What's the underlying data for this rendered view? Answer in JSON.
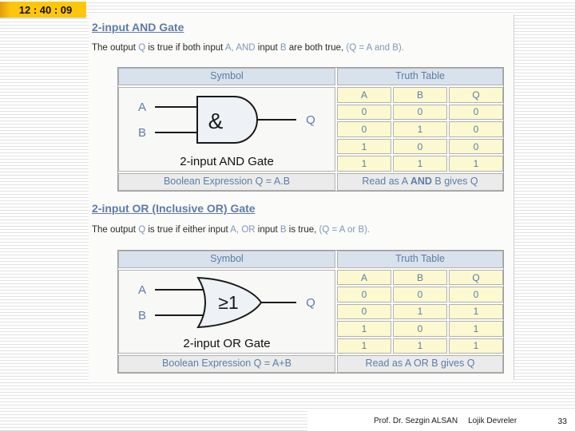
{
  "clock": "12 : 40 : 09",
  "colors": {
    "accent_blue": "#5d7ca6",
    "highlight_blue": "#7e97ba",
    "header_cell_bg": "#d8e2ec",
    "truth_cell_bg": "#fcf9d0",
    "footer_cell_bg": "#ebebeb",
    "clock_gold": "#fdc60d"
  },
  "and_section": {
    "title": "2-input AND Gate",
    "desc": [
      "The output ",
      "Q",
      " is true if both input ",
      "A,",
      " ",
      "AND",
      " input ",
      "B",
      " are both true, ",
      "(Q = A and B)."
    ],
    "table": {
      "symbol_header": "Symbol",
      "truth_header": "Truth Table",
      "gate": {
        "input_a": "A",
        "input_b": "B",
        "output": "Q",
        "body_label": "&",
        "caption": "2-input AND Gate"
      },
      "cols": [
        "A",
        "B",
        "Q"
      ],
      "rows": [
        [
          "0",
          "0",
          "0"
        ],
        [
          "0",
          "1",
          "0"
        ],
        [
          "1",
          "0",
          "0"
        ],
        [
          "1",
          "1",
          "1"
        ]
      ],
      "boolean_expr": "Boolean Expression Q = A.B",
      "read_as": [
        "Read as A ",
        "AND",
        " B gives Q"
      ]
    }
  },
  "or_section": {
    "title": "2-input OR (Inclusive OR) Gate",
    "desc": [
      "The output ",
      "Q",
      " is true if either input ",
      "A,",
      " ",
      "OR",
      " input ",
      "B",
      " is true, ",
      "(Q = A or B)."
    ],
    "table": {
      "symbol_header": "Symbol",
      "truth_header": "Truth Table",
      "gate": {
        "input_a": "A",
        "input_b": "B",
        "output": "Q",
        "body_label": "≥1",
        "caption": "2-input OR Gate"
      },
      "cols": [
        "A",
        "B",
        "Q"
      ],
      "rows": [
        [
          "0",
          "0",
          "0"
        ],
        [
          "0",
          "1",
          "1"
        ],
        [
          "1",
          "0",
          "1"
        ],
        [
          "1",
          "1",
          "1"
        ]
      ],
      "boolean_expr": "Boolean Expression Q = A+B",
      "read_as": [
        "Read as A ",
        "OR",
        " B gives Q"
      ]
    }
  },
  "footer": {
    "author": "Prof. Dr. Sezgin ALSAN",
    "course": "Lojik Devreler",
    "page": "33"
  }
}
